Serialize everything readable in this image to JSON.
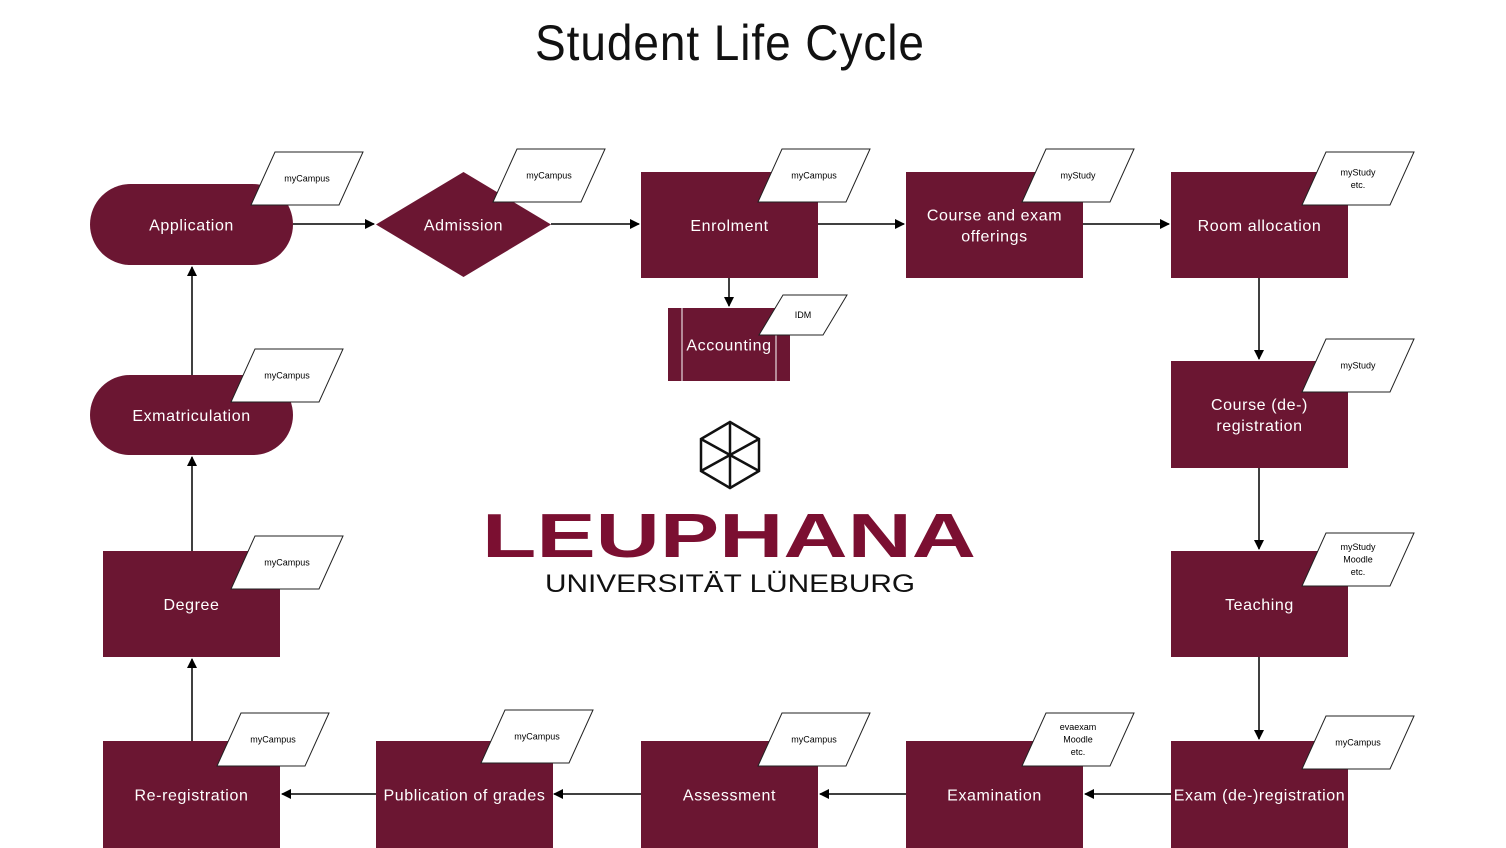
{
  "title": "Student Life Cycle",
  "colors": {
    "node_fill": "#6b1632",
    "arrow": "#000000",
    "tag_fill": "#ffffff"
  },
  "nodes": [
    {
      "id": "application",
      "label": [
        "Application"
      ],
      "shape": "terminal",
      "systems": [
        "myCampus"
      ]
    },
    {
      "id": "admission",
      "label": [
        "Admission"
      ],
      "shape": "decision",
      "systems": [
        "myCampus"
      ]
    },
    {
      "id": "enrolment",
      "label": [
        "Enrolment"
      ],
      "shape": "process",
      "systems": [
        "myCampus"
      ]
    },
    {
      "id": "course-offerings",
      "label": [
        "Course and exam",
        "offerings"
      ],
      "shape": "process",
      "systems": [
        "myStudy"
      ]
    },
    {
      "id": "room-allocation",
      "label": [
        "Room allocation"
      ],
      "shape": "process",
      "systems": [
        "myStudy",
        "etc."
      ]
    },
    {
      "id": "accounting",
      "label": [
        "Accounting"
      ],
      "shape": "predefined-process",
      "systems": [
        "IDM"
      ]
    },
    {
      "id": "exmatriculation",
      "label": [
        "Exmatriculation"
      ],
      "shape": "terminal",
      "systems": [
        "myCampus"
      ]
    },
    {
      "id": "course-registration",
      "label": [
        "Course (de-)",
        "registration"
      ],
      "shape": "process",
      "systems": [
        "myStudy"
      ]
    },
    {
      "id": "degree",
      "label": [
        "Degree"
      ],
      "shape": "process",
      "systems": [
        "myCampus"
      ]
    },
    {
      "id": "teaching",
      "label": [
        "Teaching"
      ],
      "shape": "process",
      "systems": [
        "myStudy",
        "Moodle",
        "etc."
      ]
    },
    {
      "id": "re-registration",
      "label": [
        "Re-registration"
      ],
      "shape": "process",
      "systems": [
        "myCampus"
      ]
    },
    {
      "id": "publication-of-grades",
      "label": [
        "Publication of grades"
      ],
      "shape": "process",
      "systems": [
        "myCampus"
      ]
    },
    {
      "id": "assessment",
      "label": [
        "Assessment"
      ],
      "shape": "process",
      "systems": [
        "myCampus"
      ]
    },
    {
      "id": "examination",
      "label": [
        "Examination"
      ],
      "shape": "process",
      "systems": [
        "evaexam",
        "Moodle",
        "etc."
      ]
    },
    {
      "id": "exam-registration",
      "label": [
        "Exam (de-)registration"
      ],
      "shape": "process",
      "systems": [
        "myCampus"
      ]
    }
  ],
  "logo": {
    "name": "LEUPHANA",
    "subtitle": "UNIVERSITÄT LÜNEBURG"
  }
}
